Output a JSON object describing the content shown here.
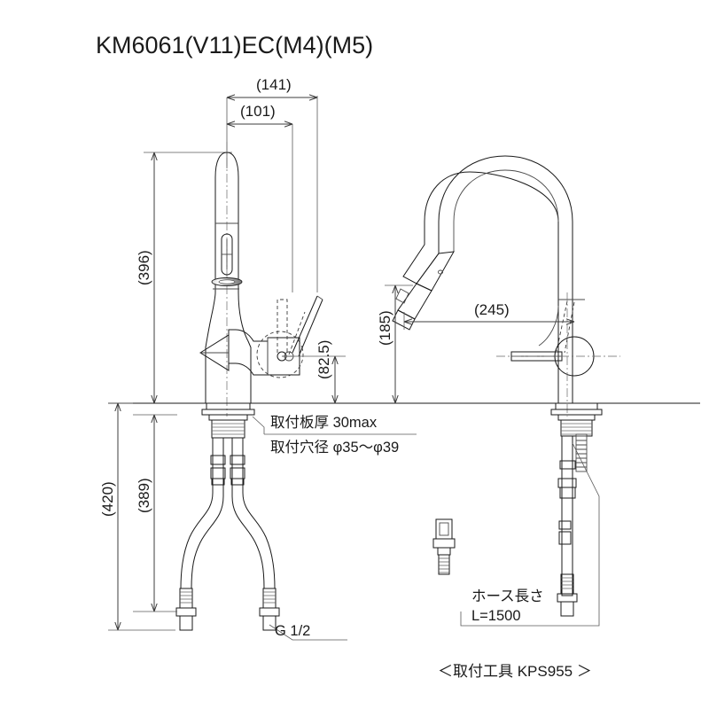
{
  "document": {
    "title": "KM6061(V11)EC(M4)(M5)",
    "type": "technical-dimension-drawing",
    "product": "kitchen pull-down faucet"
  },
  "dimensions": {
    "top_outer": "(141)",
    "top_inner": "(101)",
    "spout_height": "(396)",
    "handle_height": "(82.5)",
    "side_reach": "(245)",
    "side_spout_height": "(185)",
    "hose_overall": "(420)",
    "hose_inner": "(389)"
  },
  "notes": {
    "plate_thickness": "取付板厚 30max",
    "hole_diameter": "取付穴径 φ35〜φ39",
    "hose_length_label": "ホース長さ",
    "hose_length_value": "L=1500",
    "thread_spec": "G 1/2",
    "mounting_tool": "＜取付工具 KPS955 ＞"
  },
  "colors": {
    "line": "#1a1a1a",
    "dimension_line": "#3c3c3c",
    "extension_line": "#5a5a5a",
    "background": "#ffffff",
    "shade_light": "#c9c9c9",
    "shade_dark": "#6e6e6e"
  }
}
